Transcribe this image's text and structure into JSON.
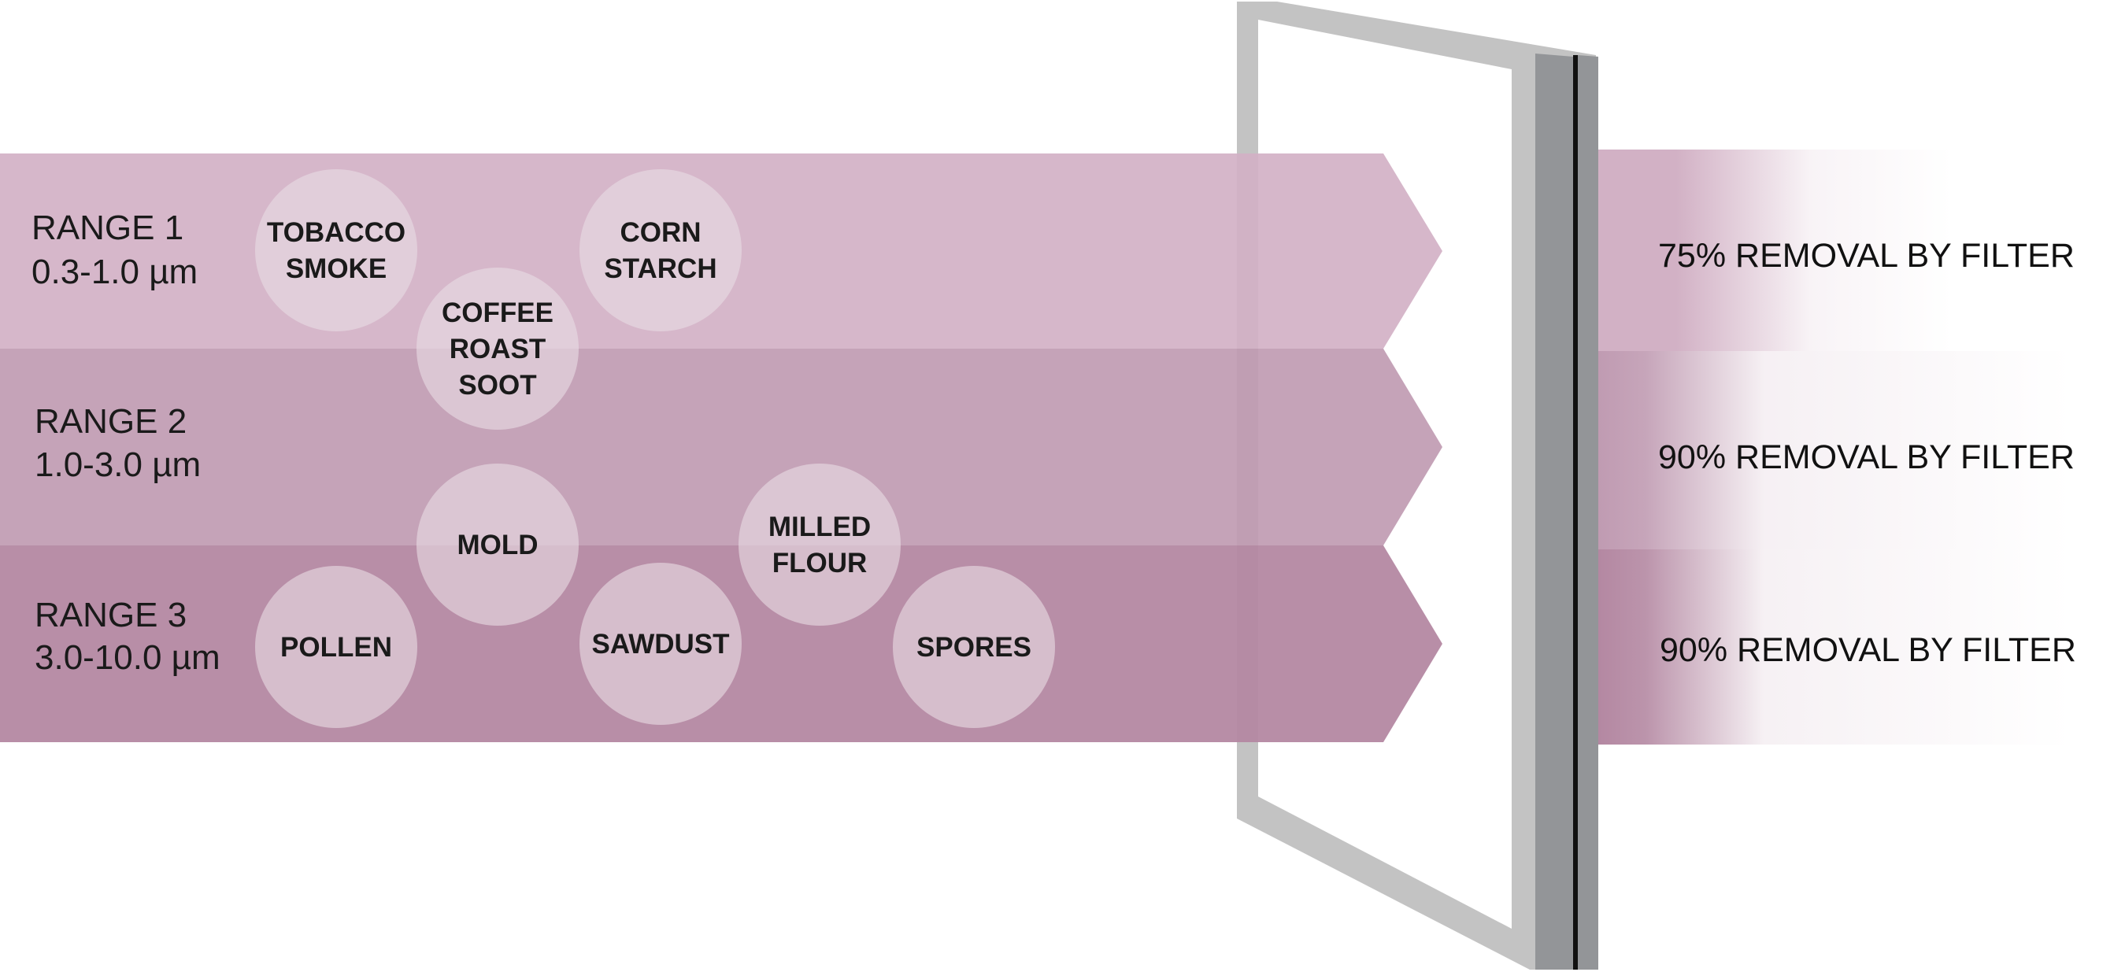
{
  "colors": {
    "range1": "#d2b1c5",
    "range2": "#c09bb2",
    "range3": "#b488a2",
    "particle_fill": "#e8dbe4",
    "frame_light": "#c3c3c3",
    "frame_dark": "#939598",
    "text": "#1a1a1a"
  },
  "ranges": [
    {
      "name": "RANGE 1",
      "size": "0.3-1.0 µm",
      "removal": "75% REMOVAL BY FILTER"
    },
    {
      "name": "RANGE 2",
      "size": "1.0-3.0 µm",
      "removal": "90% REMOVAL BY FILTER"
    },
    {
      "name": "RANGE 3",
      "size": "3.0-10.0 µm",
      "removal": "90% REMOVAL BY FILTER"
    }
  ],
  "particles": [
    {
      "lines": [
        "TOBACCO",
        "SMOKE"
      ]
    },
    {
      "lines": [
        "CORN",
        "STARCH"
      ]
    },
    {
      "lines": [
        "COFFEE",
        "ROAST",
        "SOOT"
      ]
    },
    {
      "lines": [
        "MOLD"
      ]
    },
    {
      "lines": [
        "MILLED",
        "FLOUR"
      ]
    },
    {
      "lines": [
        "POLLEN"
      ]
    },
    {
      "lines": [
        "SAWDUST"
      ]
    },
    {
      "lines": [
        "SPORES"
      ]
    }
  ],
  "filter_icon": "air-filter-frame"
}
